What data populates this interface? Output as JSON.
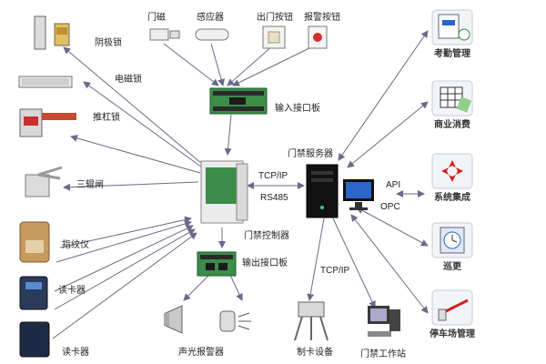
{
  "labels": {
    "cathode_lock": "阴极锁",
    "magnetic_lock": "电磁锁",
    "bolt_lock": "推杠锁",
    "tripod_gate": "三辊闸",
    "fingerprint": "指纹仪",
    "card_reader_1": "读卡器",
    "card_reader_2": "读卡器",
    "door_magnet": "门磁",
    "sensor": "感应器",
    "exit_button": "出门按钮",
    "alarm_button": "报警按钮",
    "input_board": "输入接口板",
    "access_server": "门禁服务器",
    "tcpip_top": "TCP/IP",
    "rs485": "RS485",
    "api": "API",
    "opc": "OPC",
    "access_controller": "门禁控制器",
    "output_board": "输出接口板",
    "tcpip_bottom": "TCP/IP",
    "sound_light_alarm": "声光报警器",
    "card_device": "制卡设备",
    "access_workstation": "门禁工作站",
    "attendance": "考勤管理",
    "commerce": "商业消费",
    "system_integration": "系统集成",
    "patrol": "巡更",
    "parking": "停车场管理"
  },
  "colors": {
    "arrow": "#6a6a8a",
    "integration_red": "#d21f1f",
    "card_green": "#2f8f3a",
    "screen_blue": "#2a66c8",
    "app_card_bg": "#f2f4f7"
  }
}
